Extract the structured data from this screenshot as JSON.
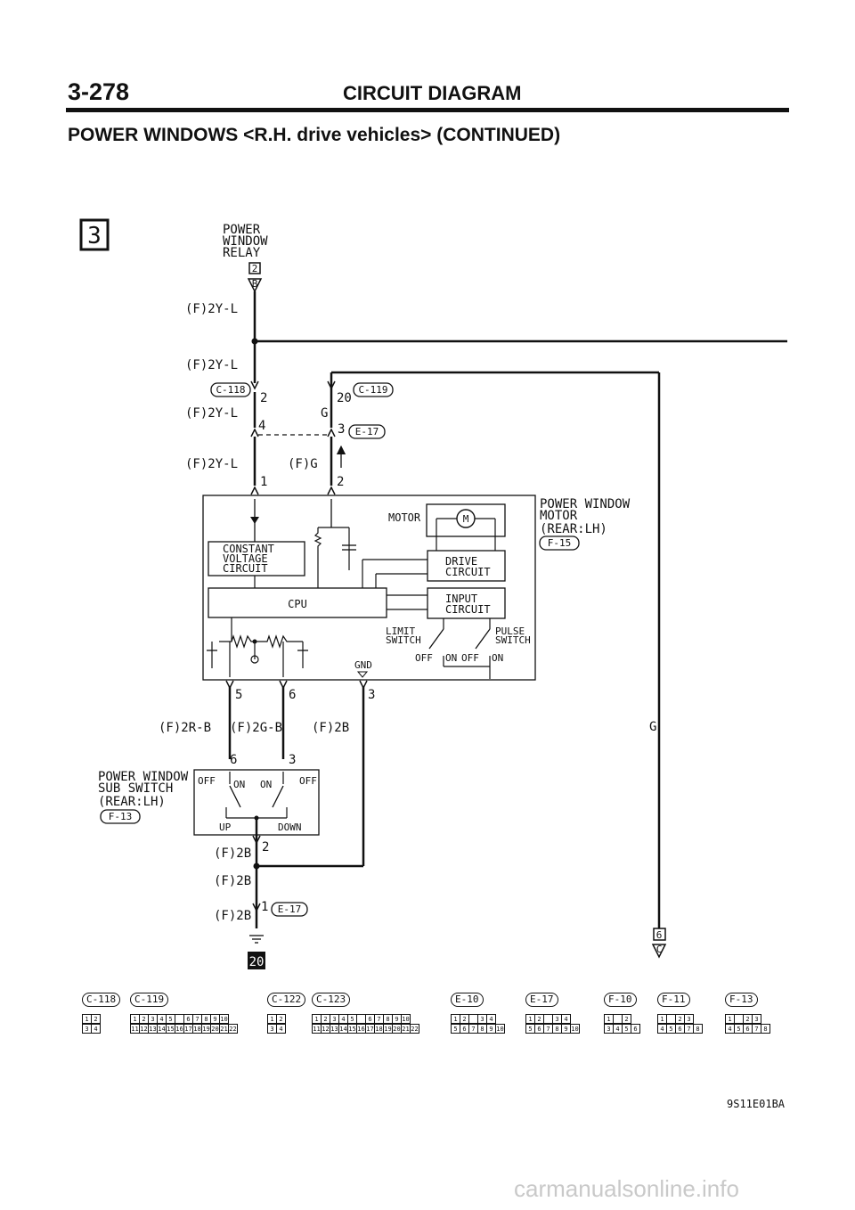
{
  "header": {
    "page_number": "3-278",
    "section": "CIRCUIT DIAGRAM",
    "subtitle": "POWER WINDOWS <R.H. drive vehicles> (CONTINUED)"
  },
  "diagram": {
    "sheet_marker": "3",
    "relay": {
      "label_lines": [
        "POWER",
        "WINDOW",
        "RELAY"
      ],
      "badge": "2",
      "connector": "B"
    },
    "wires": {
      "w1": "(F)2Y-L",
      "w2": "(F)2Y-L",
      "w3": "(F)2Y-L",
      "w4": "(F)2Y-L",
      "w5": "G",
      "w6": "(F)G",
      "w7": "(F)2R-B",
      "w8": "(F)2G-B",
      "w9": "(F)2B",
      "w10": "(F)2B",
      "w11": "(F)2B",
      "w12": "(F)2B",
      "w13": "G"
    },
    "connector_refs": {
      "c118": "C-118",
      "c119": "C-119",
      "e17a": "E-17",
      "f15": "F-15",
      "f13": "F-13",
      "e17b": "E-17"
    },
    "pins": {
      "p2": "2",
      "p20": "20",
      "p4": "4",
      "p3": "3",
      "p1": "1",
      "p2b": "2",
      "p5": "5",
      "p6": "6",
      "p3b": "3",
      "p6b": "6",
      "p3c": "3",
      "p2c": "2",
      "p1b": "1"
    },
    "motor_unit": {
      "label_lines": [
        "POWER WINDOW",
        "MOTOR",
        "(REAR:LH)"
      ],
      "motor": "MOTOR",
      "motor_symbol": "M",
      "constant_voltage": [
        "CONSTANT",
        "VOLTAGE",
        "CIRCUIT"
      ],
      "cpu": "CPU",
      "drive": [
        "DRIVE",
        "CIRCUIT"
      ],
      "input": [
        "INPUT",
        "CIRCUIT"
      ],
      "limit": [
        "LIMIT",
        "SWITCH"
      ],
      "pulse": [
        "PULSE",
        "SWITCH"
      ],
      "off1": "OFF",
      "on1": "ON",
      "off2": "OFF",
      "on2": "ON",
      "gnd": "GND"
    },
    "sub_switch": {
      "label_lines": [
        "POWER WINDOW",
        "SUB SWITCH",
        "(REAR:LH)"
      ],
      "off_l": "OFF",
      "on_l": "ON",
      "on_r": "ON",
      "off_r": "OFF",
      "up": "UP",
      "down": "DOWN"
    },
    "ground_badge": "20",
    "end_marker": {
      "badge": "6",
      "connector": "C"
    }
  },
  "connector_table": [
    {
      "ref": "C-118",
      "rows": [
        [
          "1",
          "2"
        ],
        [
          "3",
          "4"
        ]
      ]
    },
    {
      "ref": "C-119",
      "rows": [
        [
          "1",
          "2",
          "3",
          "4",
          "5",
          "",
          "6",
          "7",
          "8",
          "9",
          "10"
        ],
        [
          "11",
          "12",
          "13",
          "14",
          "15",
          "16",
          "17",
          "18",
          "19",
          "20",
          "21",
          "22"
        ]
      ]
    },
    {
      "ref": "C-122",
      "rows": [
        [
          "1",
          "2"
        ],
        [
          "3",
          "4"
        ]
      ]
    },
    {
      "ref": "C-123",
      "rows": [
        [
          "1",
          "2",
          "3",
          "4",
          "5",
          "",
          "6",
          "7",
          "8",
          "9",
          "10"
        ],
        [
          "11",
          "12",
          "13",
          "14",
          "15",
          "16",
          "17",
          "18",
          "19",
          "20",
          "21",
          "22"
        ]
      ]
    },
    {
      "ref": "E-10",
      "rows": [
        [
          "1",
          "2",
          "",
          "3",
          "4"
        ],
        [
          "5",
          "6",
          "7",
          "8",
          "9",
          "10"
        ]
      ]
    },
    {
      "ref": "E-17",
      "rows": [
        [
          "1",
          "2",
          "",
          "3",
          "4"
        ],
        [
          "5",
          "6",
          "7",
          "8",
          "9",
          "10"
        ]
      ]
    },
    {
      "ref": "F-10",
      "rows": [
        [
          "1",
          "",
          "2"
        ],
        [
          "3",
          "4",
          "5",
          "6"
        ]
      ]
    },
    {
      "ref": "F-11",
      "rows": [
        [
          "1",
          "",
          "2",
          "3"
        ],
        [
          "4",
          "5",
          "6",
          "7",
          "8"
        ]
      ]
    },
    {
      "ref": "F-13",
      "rows": [
        [
          "1",
          "",
          "2",
          "3"
        ],
        [
          "4",
          "5",
          "6",
          "7",
          "8"
        ]
      ]
    }
  ],
  "diagram_code": "9S11E01BA",
  "watermark": "carmanualsonline.info"
}
